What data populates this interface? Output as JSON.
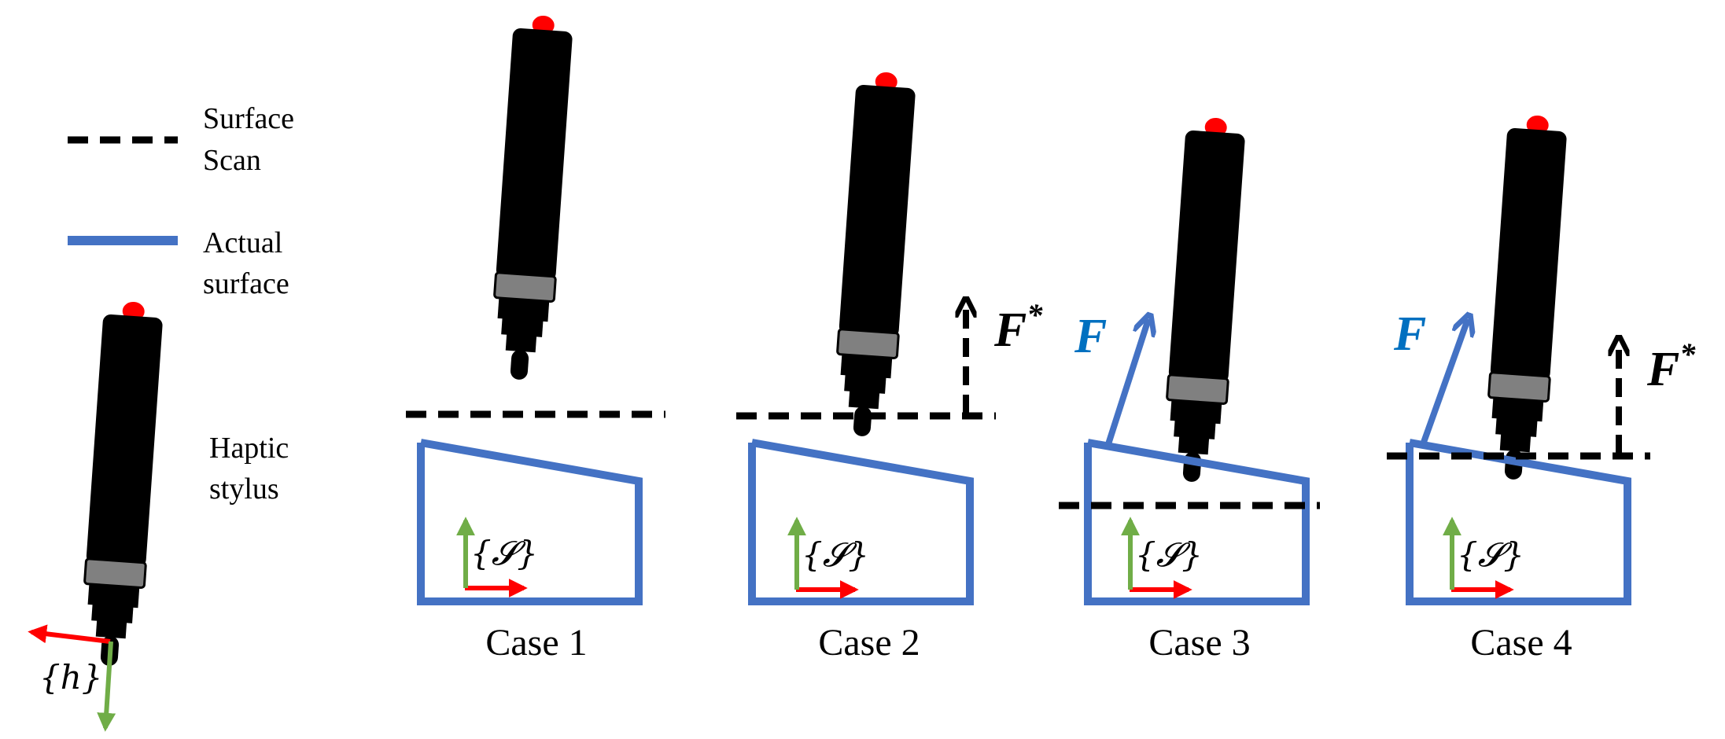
{
  "legend": {
    "surface_scan": [
      "Surface",
      "Scan"
    ],
    "actual_surface": [
      "Actual",
      "surface"
    ],
    "haptic_stylus": [
      "Haptic",
      "stylus"
    ]
  },
  "frames": {
    "haptic": "{h}",
    "surface": "{𝓢}"
  },
  "forces": {
    "desired": "F",
    "desired_superscript": "*",
    "actual": "F"
  },
  "cases": [
    {
      "label": "Case 1",
      "shows_desired_force": false,
      "shows_actual_force": false
    },
    {
      "label": "Case 2",
      "shows_desired_force": true,
      "shows_actual_force": false
    },
    {
      "label": "Case 3",
      "shows_desired_force": false,
      "shows_actual_force": true
    },
    {
      "label": "Case 4",
      "shows_desired_force": true,
      "shows_actual_force": true
    }
  ],
  "colors": {
    "stylus_body": "#000000",
    "stylus_band": "#808080",
    "stylus_button": "#ff0000",
    "actual_surface": "#4472c4",
    "force_label_blue": "#0070c0",
    "axis_x": "#ff0000",
    "axis_y": "#70ad47"
  }
}
